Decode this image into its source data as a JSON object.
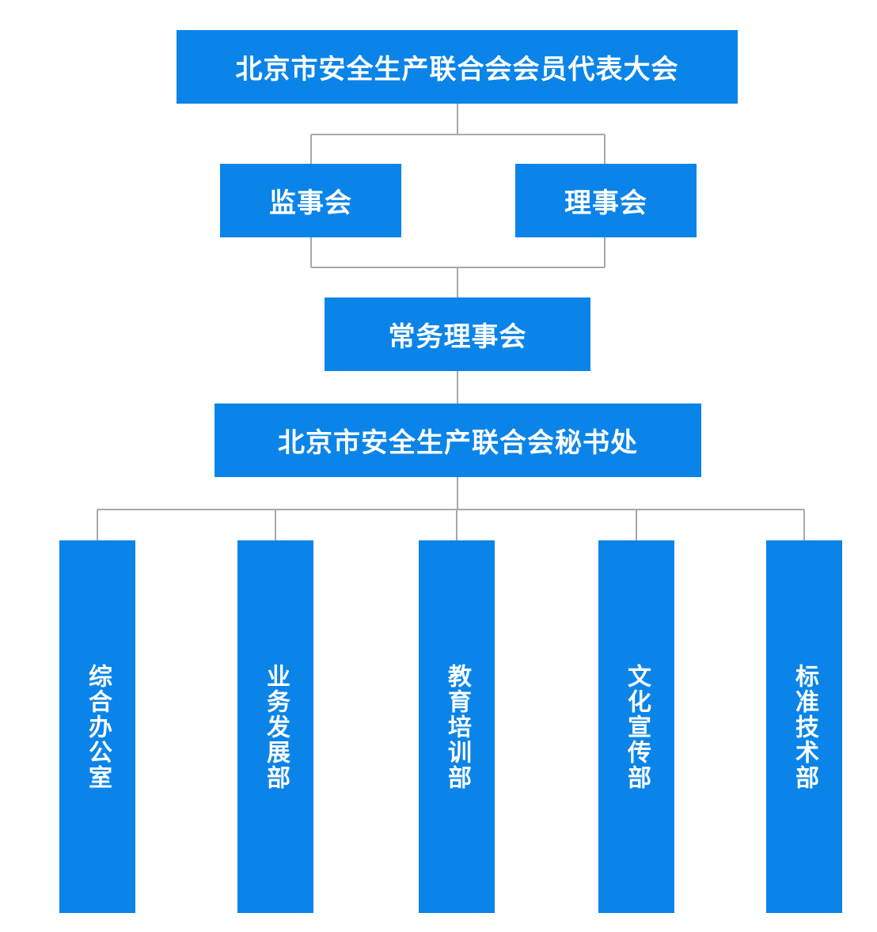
{
  "diagram": {
    "root": {
      "label": "北京市安全生产联合会会员代表大会"
    },
    "supervisory": {
      "label": "监事会"
    },
    "board": {
      "label": "理事会"
    },
    "standing_board": {
      "label": "常务理事会"
    },
    "secretariat": {
      "label": "北京市安全生产联合会秘书处"
    },
    "departments": [
      {
        "label": "综合办公室"
      },
      {
        "label": "业务发展部"
      },
      {
        "label": "教育培训部"
      },
      {
        "label": "文化宣传部"
      },
      {
        "label": "标准技术部"
      }
    ],
    "colors": {
      "box": "#0a84e8",
      "text": "#ffffff",
      "connector": "#a8a8a8",
      "background": "#ffffff"
    }
  }
}
